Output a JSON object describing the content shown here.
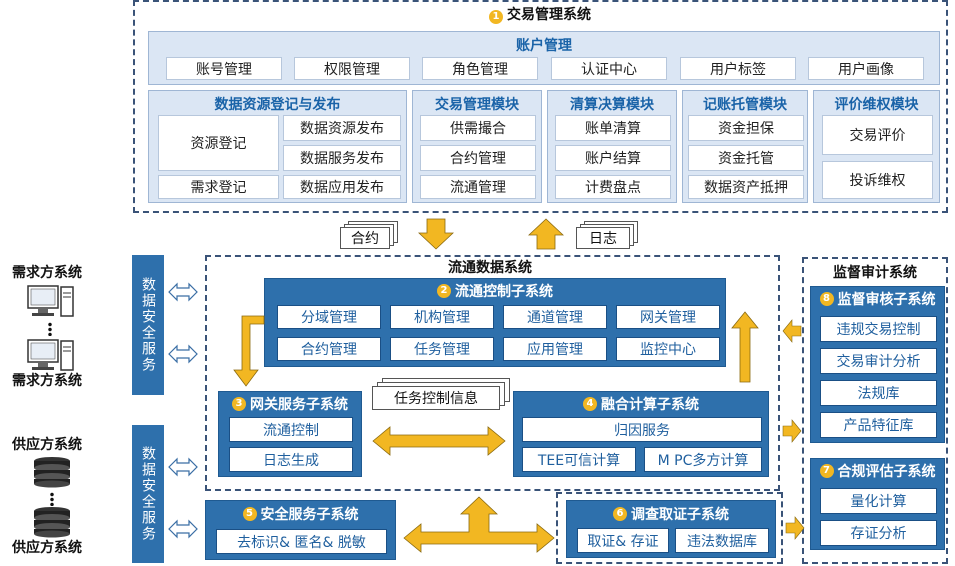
{
  "trade": {
    "title": "交易管理系统",
    "num": "1",
    "account": {
      "title": "账户管理",
      "items": [
        "账号管理",
        "权限管理",
        "角色管理",
        "认证中心",
        "用户标签",
        "用户画像"
      ]
    },
    "resource": {
      "title": "数据资源登记与发布",
      "left": [
        "资源登记",
        "需求登记"
      ],
      "right": [
        "数据资源发布",
        "数据服务发布",
        "数据应用发布"
      ]
    },
    "tradeModule": {
      "title": "交易管理模块",
      "items": [
        "供需撮合",
        "合约管理",
        "流通管理"
      ]
    },
    "clearing": {
      "title": "清算决算模块",
      "items": [
        "账单清算",
        "账户结算",
        "计费盘点"
      ]
    },
    "custody": {
      "title": "记账托管模块",
      "items": [
        "资金担保",
        "资金托管",
        "数据资产抵押"
      ]
    },
    "eval": {
      "title": "评价维权模块",
      "items": [
        "交易评价",
        "投诉维权"
      ]
    }
  },
  "contract_tag": "合约",
  "log_tag": "日志",
  "circulation": {
    "title": "流通数据系统",
    "control": {
      "title": "流通控制子系统",
      "num": "2",
      "row1": [
        "分域管理",
        "机构管理",
        "通道管理",
        "网关管理"
      ],
      "row2": [
        "合约管理",
        "任务管理",
        "应用管理",
        "监控中心"
      ]
    },
    "task_tag": "任务控制信息",
    "gateway": {
      "title": "网关服务子系统",
      "num": "3",
      "items": [
        "流通控制",
        "日志生成"
      ]
    },
    "fusion": {
      "title": "融合计算子系统",
      "num": "4",
      "top": "归因服务",
      "bottom": [
        "TEE可信计算",
        "M PC多方计算"
      ]
    }
  },
  "security": {
    "title": "安全服务子系统",
    "num": "5",
    "item": "去标识& 匿名& 脱敏"
  },
  "forensics": {
    "title": "调查取证子系统",
    "num": "6",
    "items": [
      "取证& 存证",
      "违法数据库"
    ]
  },
  "audit": {
    "title": "监督审计系统",
    "core": {
      "title": "监督审核子系统",
      "num": "8",
      "items": [
        "违规交易控制",
        "交易审计分析",
        "法规库",
        "产品特征库"
      ]
    },
    "compliance": {
      "title": "合规评估子系统",
      "num": "7",
      "items": [
        "量化计算",
        "存证分析"
      ]
    }
  },
  "data_security": "数据安全服务",
  "demand": {
    "top": "需求方系统",
    "bottom": "需求方系统"
  },
  "supply": {
    "top": "供应方系统",
    "bottom": "供应方系统"
  }
}
